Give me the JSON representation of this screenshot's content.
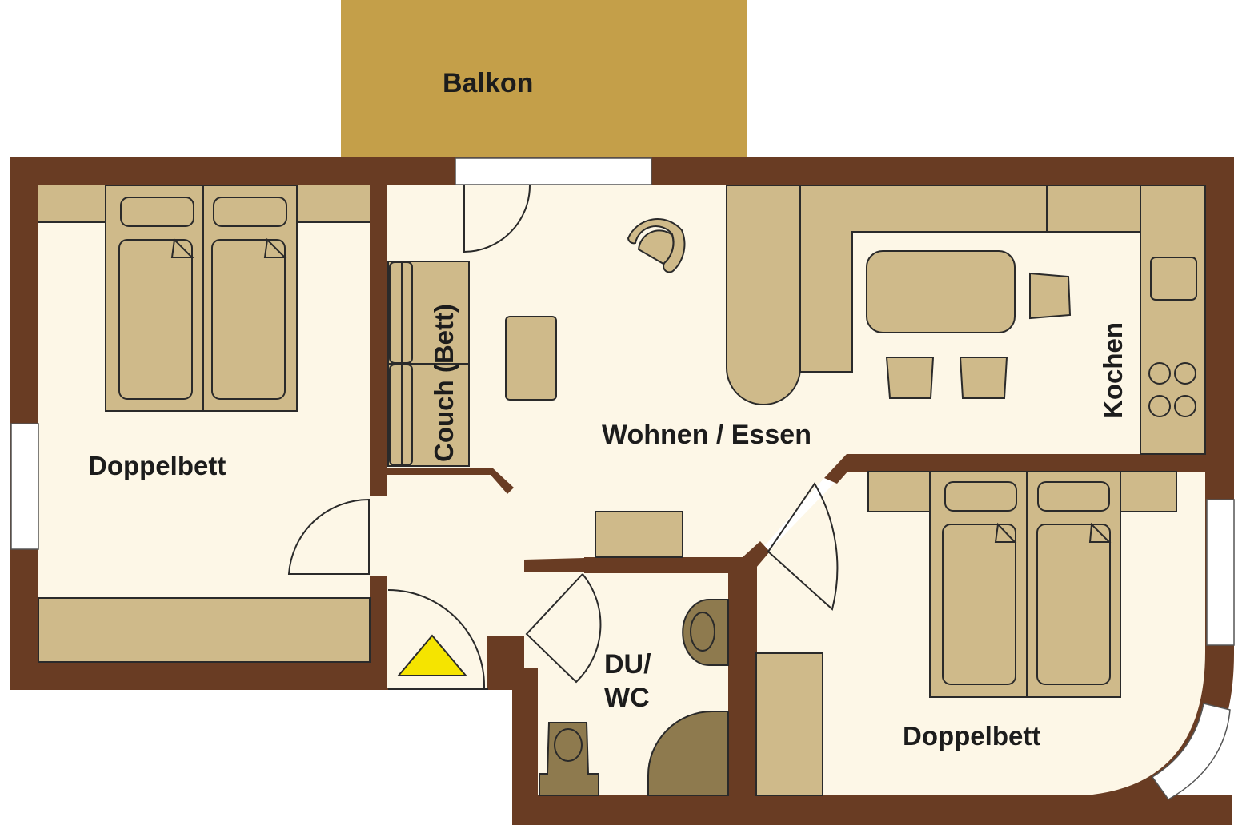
{
  "plan": {
    "colors": {
      "wall": "#693c23",
      "floor": "#fdf7e7",
      "furniture": "#cfba8a",
      "sanitary": "#8e7a4e",
      "balcony": "#c49f49",
      "entrance_marker": "#f5e400",
      "window": "#ffffff"
    },
    "rooms": {
      "balcony": "Balkon",
      "bedroom_left": "Doppelbett",
      "living": "Wohnen / Essen",
      "couch": "Couch (Bett)",
      "kitchen": "Kochen",
      "bathroom_line1": "DU/",
      "bathroom_line2": "WC",
      "bedroom_right": "Doppelbett"
    },
    "icons": {
      "entrance": "yellow-triangle-entrance-icon"
    }
  }
}
